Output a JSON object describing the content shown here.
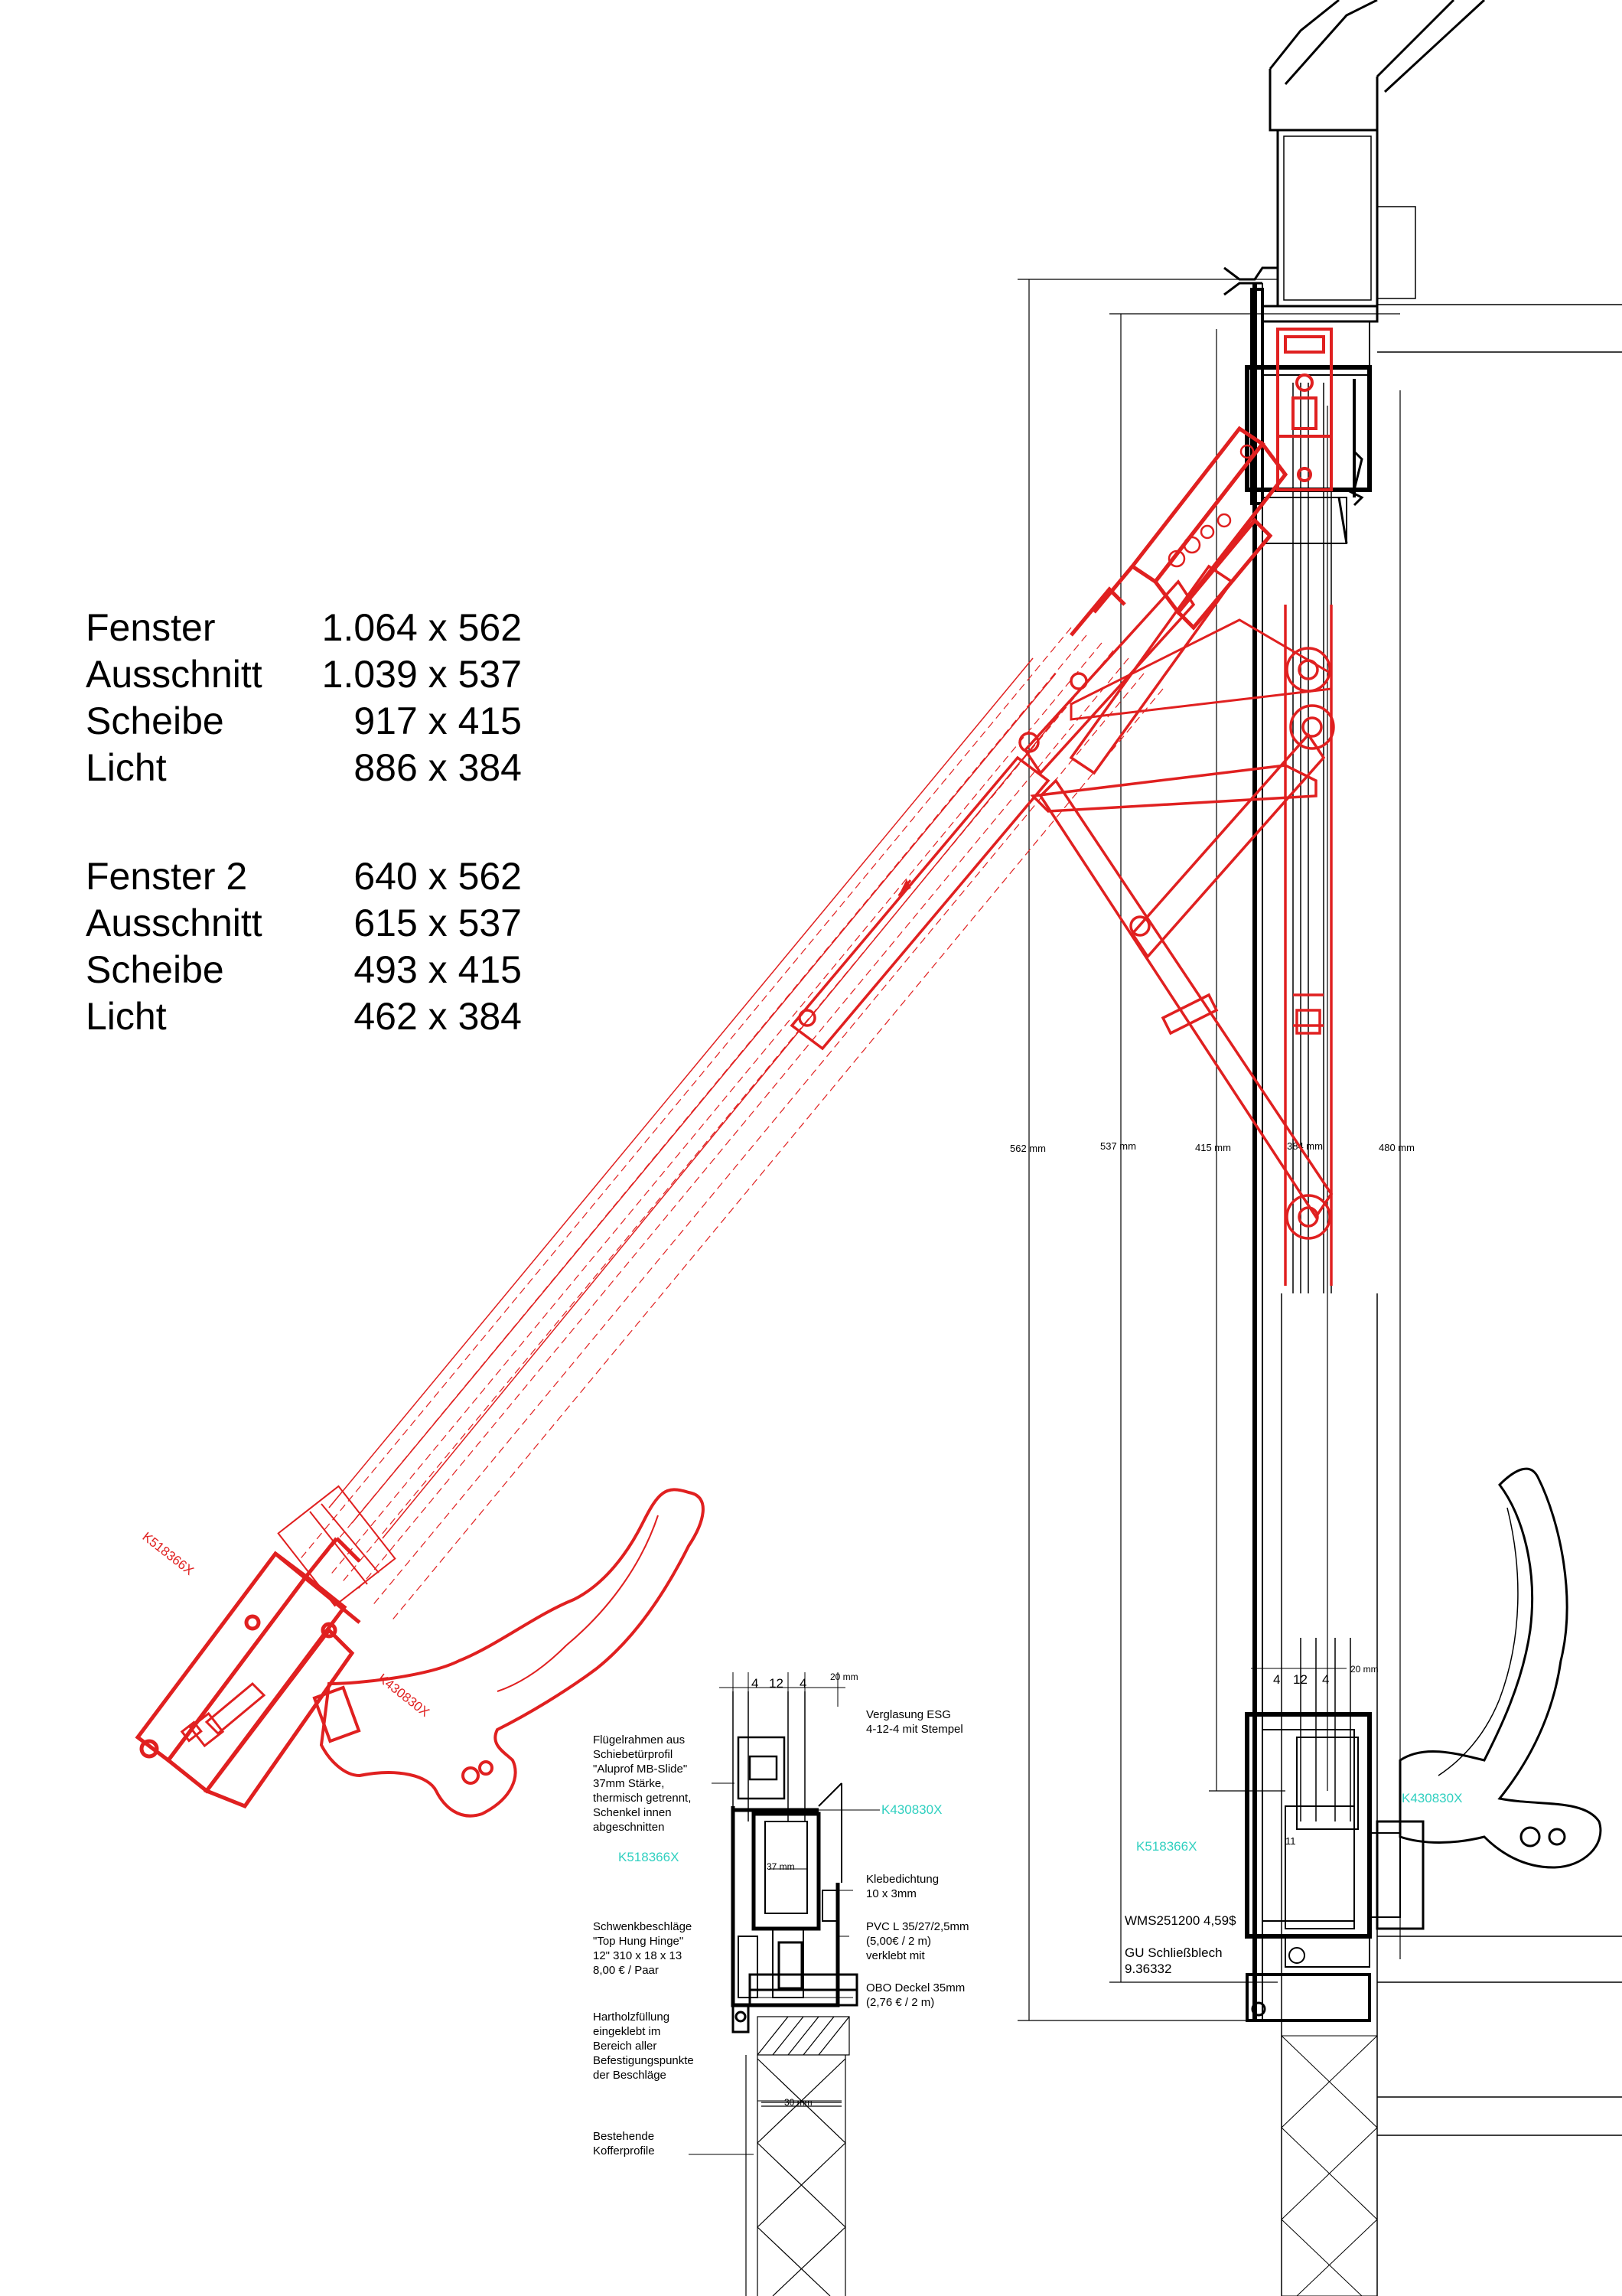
{
  "specs": {
    "group1": [
      {
        "label": "Fenster",
        "value": "1.064 x 562"
      },
      {
        "label": "Ausschnitt",
        "value": "1.039 x 537"
      },
      {
        "label": "Scheibe",
        "value": "917 x 415"
      },
      {
        "label": "Licht",
        "value": "886 x 384"
      }
    ],
    "group2": [
      {
        "label": "Fenster 2",
        "value": "640 x 562"
      },
      {
        "label": "Ausschnitt",
        "value": "615 x 537"
      },
      {
        "label": "Scheibe",
        "value": "493 x 415"
      },
      {
        "label": "Licht",
        "value": "462 x 384"
      }
    ]
  },
  "dimensions": {
    "d562": "562 mm",
    "d537": "537 mm",
    "d415": "415 mm",
    "d384": "384 mm",
    "d480": "480 mm"
  },
  "red_parts": {
    "profile_code": "K518366X",
    "seal_code": "K430830X"
  },
  "detail_left": {
    "dim_4a": "4",
    "dim_12": "12",
    "dim_4b": "4",
    "dim_20": "20 mm",
    "dim_37": "37 mm",
    "dim_30": "30 mm",
    "code_seal": "K430830X",
    "code_profile": "K518366X",
    "note_frame": [
      "Flügelrahmen aus",
      "Schiebetürprofil",
      "\"Aluprof MB-Slide\"",
      "37mm Stärke,",
      "thermisch getrennt,",
      "Schenkel innen",
      "abgeschnitten"
    ],
    "note_hinge": [
      "Schwenkbeschläge",
      "\"Top Hung Hinge\"",
      "12\" 310 x 18 x 13",
      "8,00 € / Paar"
    ],
    "note_wood": [
      "Hartholzfüllung",
      "eingeklebt im",
      "Bereich aller",
      "Befestigungspunkte",
      "der Beschläge"
    ],
    "note_existing": [
      "Bestehende",
      "Kofferprofile"
    ],
    "note_glass": [
      "Verglasung ESG",
      "4-12-4 mit Stempel"
    ],
    "note_seal": [
      "Klebedichtung",
      "10 x 3mm"
    ],
    "note_pvc": [
      "PVC L 35/27/2,5mm",
      "(5,00€ / 2 m)",
      "verklebt mit"
    ],
    "note_obo": [
      "OBO Deckel 35mm",
      "(2,76 € / 2 m)"
    ]
  },
  "detail_right": {
    "dim_4a": "4",
    "dim_12": "12",
    "dim_4b": "4",
    "dim_20": "20 mm",
    "code_seal": "K430830X",
    "code_profile": "K518366X",
    "dim_11": "11",
    "note_wms": "WMS251200  4,59$",
    "note_gu": [
      "GU Schließblech",
      "9.36332"
    ]
  },
  "colors": {
    "ink": "#000000",
    "red": "#e02020",
    "cyan": "#30d0c0"
  }
}
